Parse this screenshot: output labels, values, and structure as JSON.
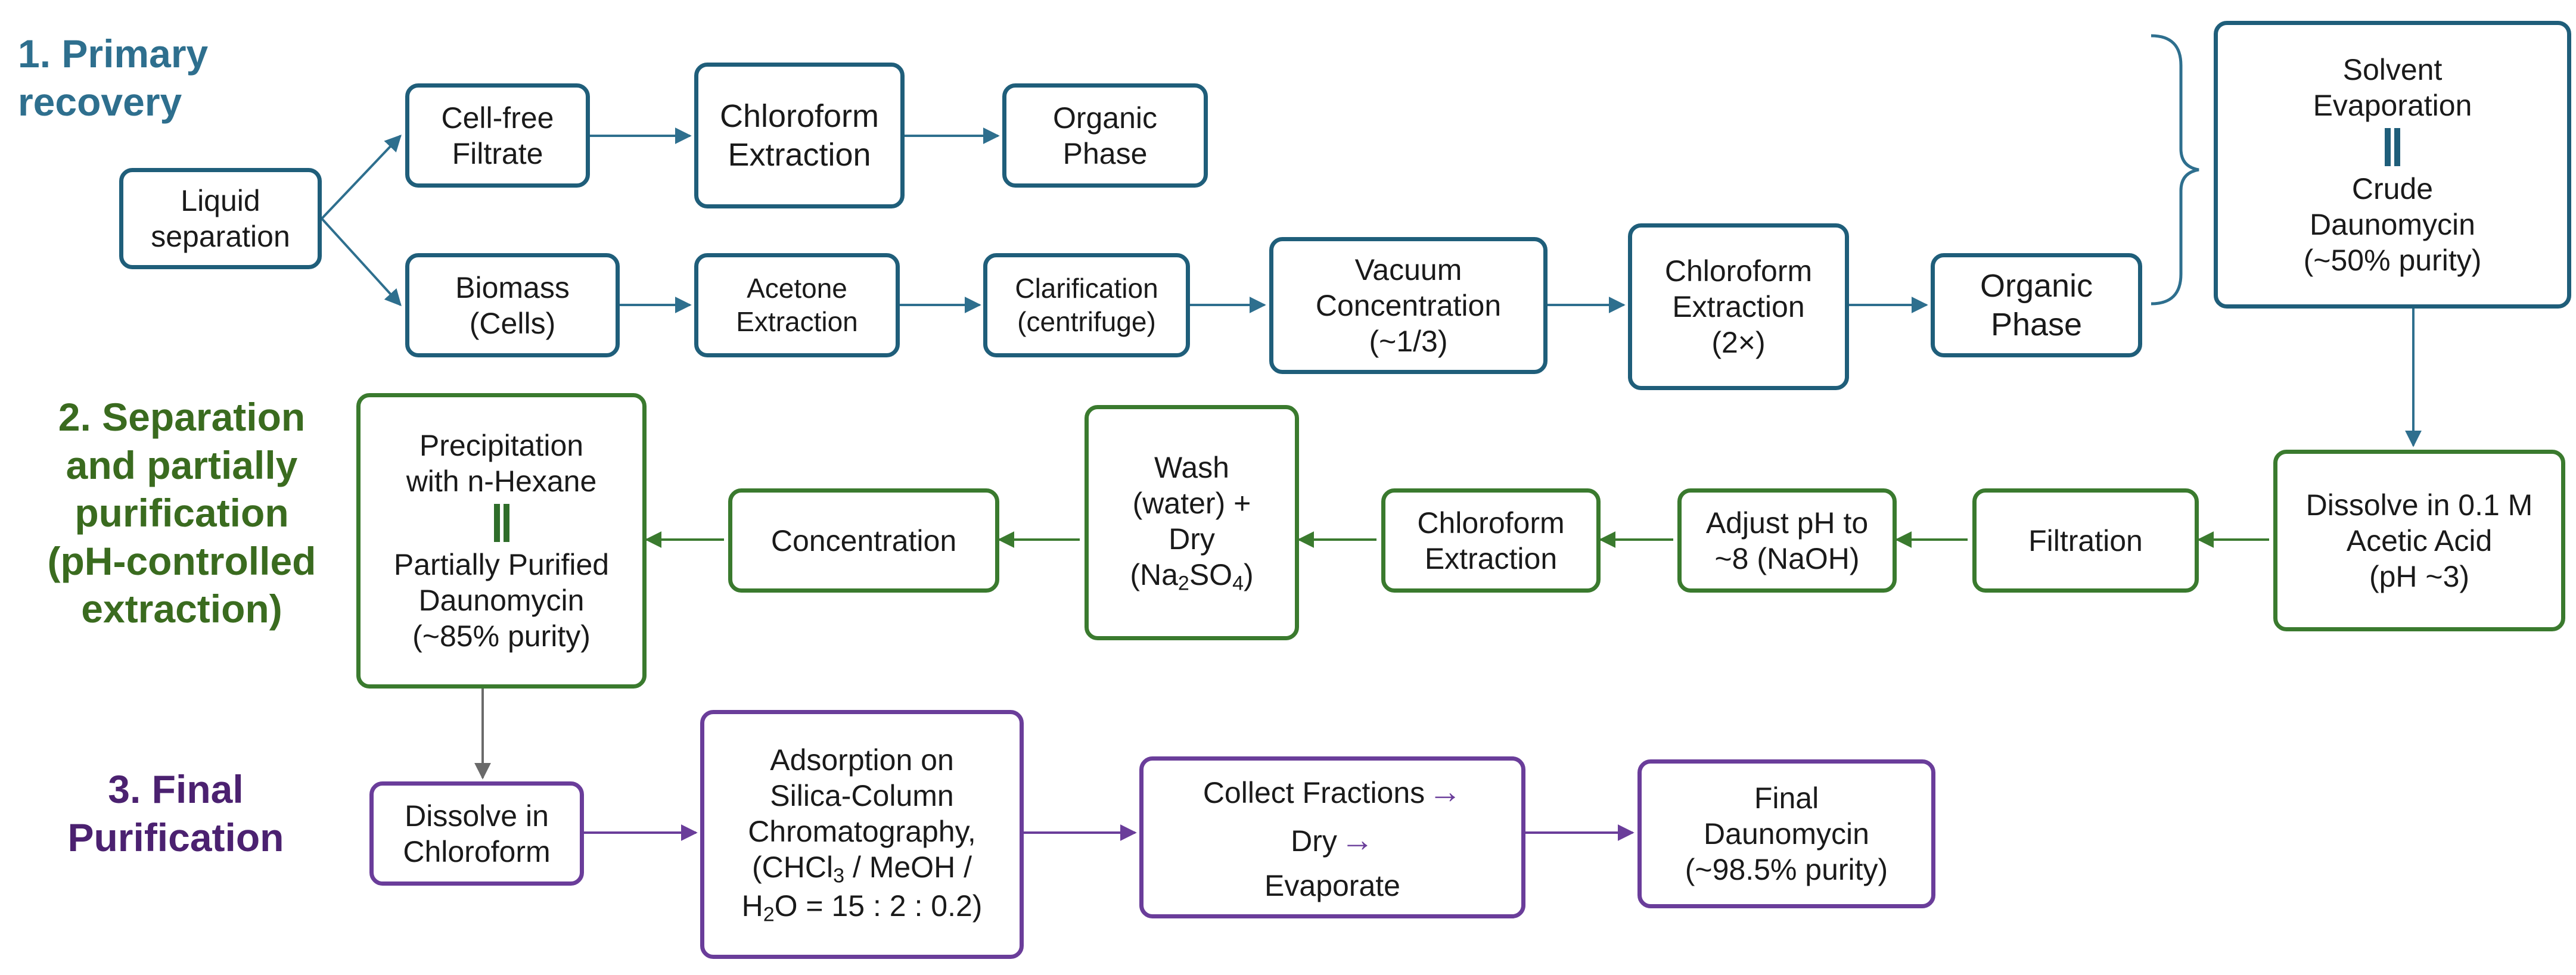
{
  "colors": {
    "stage1": "#1f5e7a",
    "stage2": "#3a7a2e",
    "stage3": "#6a3d9a"
  },
  "stages": {
    "primary": [
      "1. Primary",
      "recovery"
    ],
    "separation": [
      "2. Separation",
      "and partially",
      "purification",
      "(pH-controlled",
      "extraction)"
    ],
    "final": [
      "3. Final",
      "Purification"
    ]
  },
  "nodes": {
    "liquid_separation": [
      "Liquid",
      "separation"
    ],
    "cell_free_filtrate": [
      "Cell-free",
      "Filtrate"
    ],
    "chloroform_extraction_top": [
      "Chloroform",
      "Extraction"
    ],
    "organic_phase_top": [
      "Organic",
      "Phase"
    ],
    "biomass": [
      "Biomass",
      "(Cells)"
    ],
    "acetone_extraction": [
      "Acetone",
      "Extraction"
    ],
    "clarification": [
      "Clarification",
      "(centrifuge)"
    ],
    "vacuum_concentration": [
      "Vacuum",
      "Concentration",
      "(~1/3)"
    ],
    "chloroform_extraction_2x": [
      "Chloroform",
      "Extraction",
      "(2×)"
    ],
    "organic_phase_bottom": [
      "Organic",
      "Phase"
    ],
    "solvent_evaporation": {
      "top": [
        "Solvent",
        "Evaporation"
      ],
      "bottom": [
        "Crude",
        "Daunomycin",
        "(~50% purity)"
      ]
    },
    "dissolve_acetic": [
      "Dissolve in 0.1 M",
      "Acetic Acid",
      "(pH ~3)"
    ],
    "filtration": [
      "Filtration"
    ],
    "adjust_ph": [
      "Adjust pH to",
      "~8 (NaOH)"
    ],
    "chloroform_extraction_mid": [
      "Chloroform",
      "Extraction"
    ],
    "wash_dry": {
      "line1": "Wash",
      "line2": "(water) +",
      "line3": "Dry",
      "line4_pre": "(Na",
      "line4_sub": "2",
      "line4_mid": "SO",
      "line4_sub2": "4",
      "line4_post": ")"
    },
    "concentration": [
      "Concentration"
    ],
    "precipitation": {
      "top": [
        "Precipitation",
        "with n-Hexane"
      ],
      "bottom": [
        "Partially Purified",
        "Daunomycin",
        "(~85% purity)"
      ]
    },
    "dissolve_chloroform": [
      "Dissolve in",
      "Chloroform"
    ],
    "adsorption": {
      "line1": "Adsorption on",
      "line2": "Silica-Column",
      "line3": "Chromatography,",
      "line4_pre": "(CHCl",
      "line4_sub": "3",
      "line4_post": " / MeOH /",
      "line5_pre": "H",
      "line5_sub": "2",
      "line5_post": "O = 15 : 2 : 0.2)"
    },
    "collect_fractions": {
      "line1": "Collect Fractions",
      "line2": "Dry",
      "line3": "Evaporate",
      "arrow": "→"
    },
    "final_daunomycin": [
      "Final",
      "Daunomycin",
      "(~98.5% purity)"
    ]
  }
}
